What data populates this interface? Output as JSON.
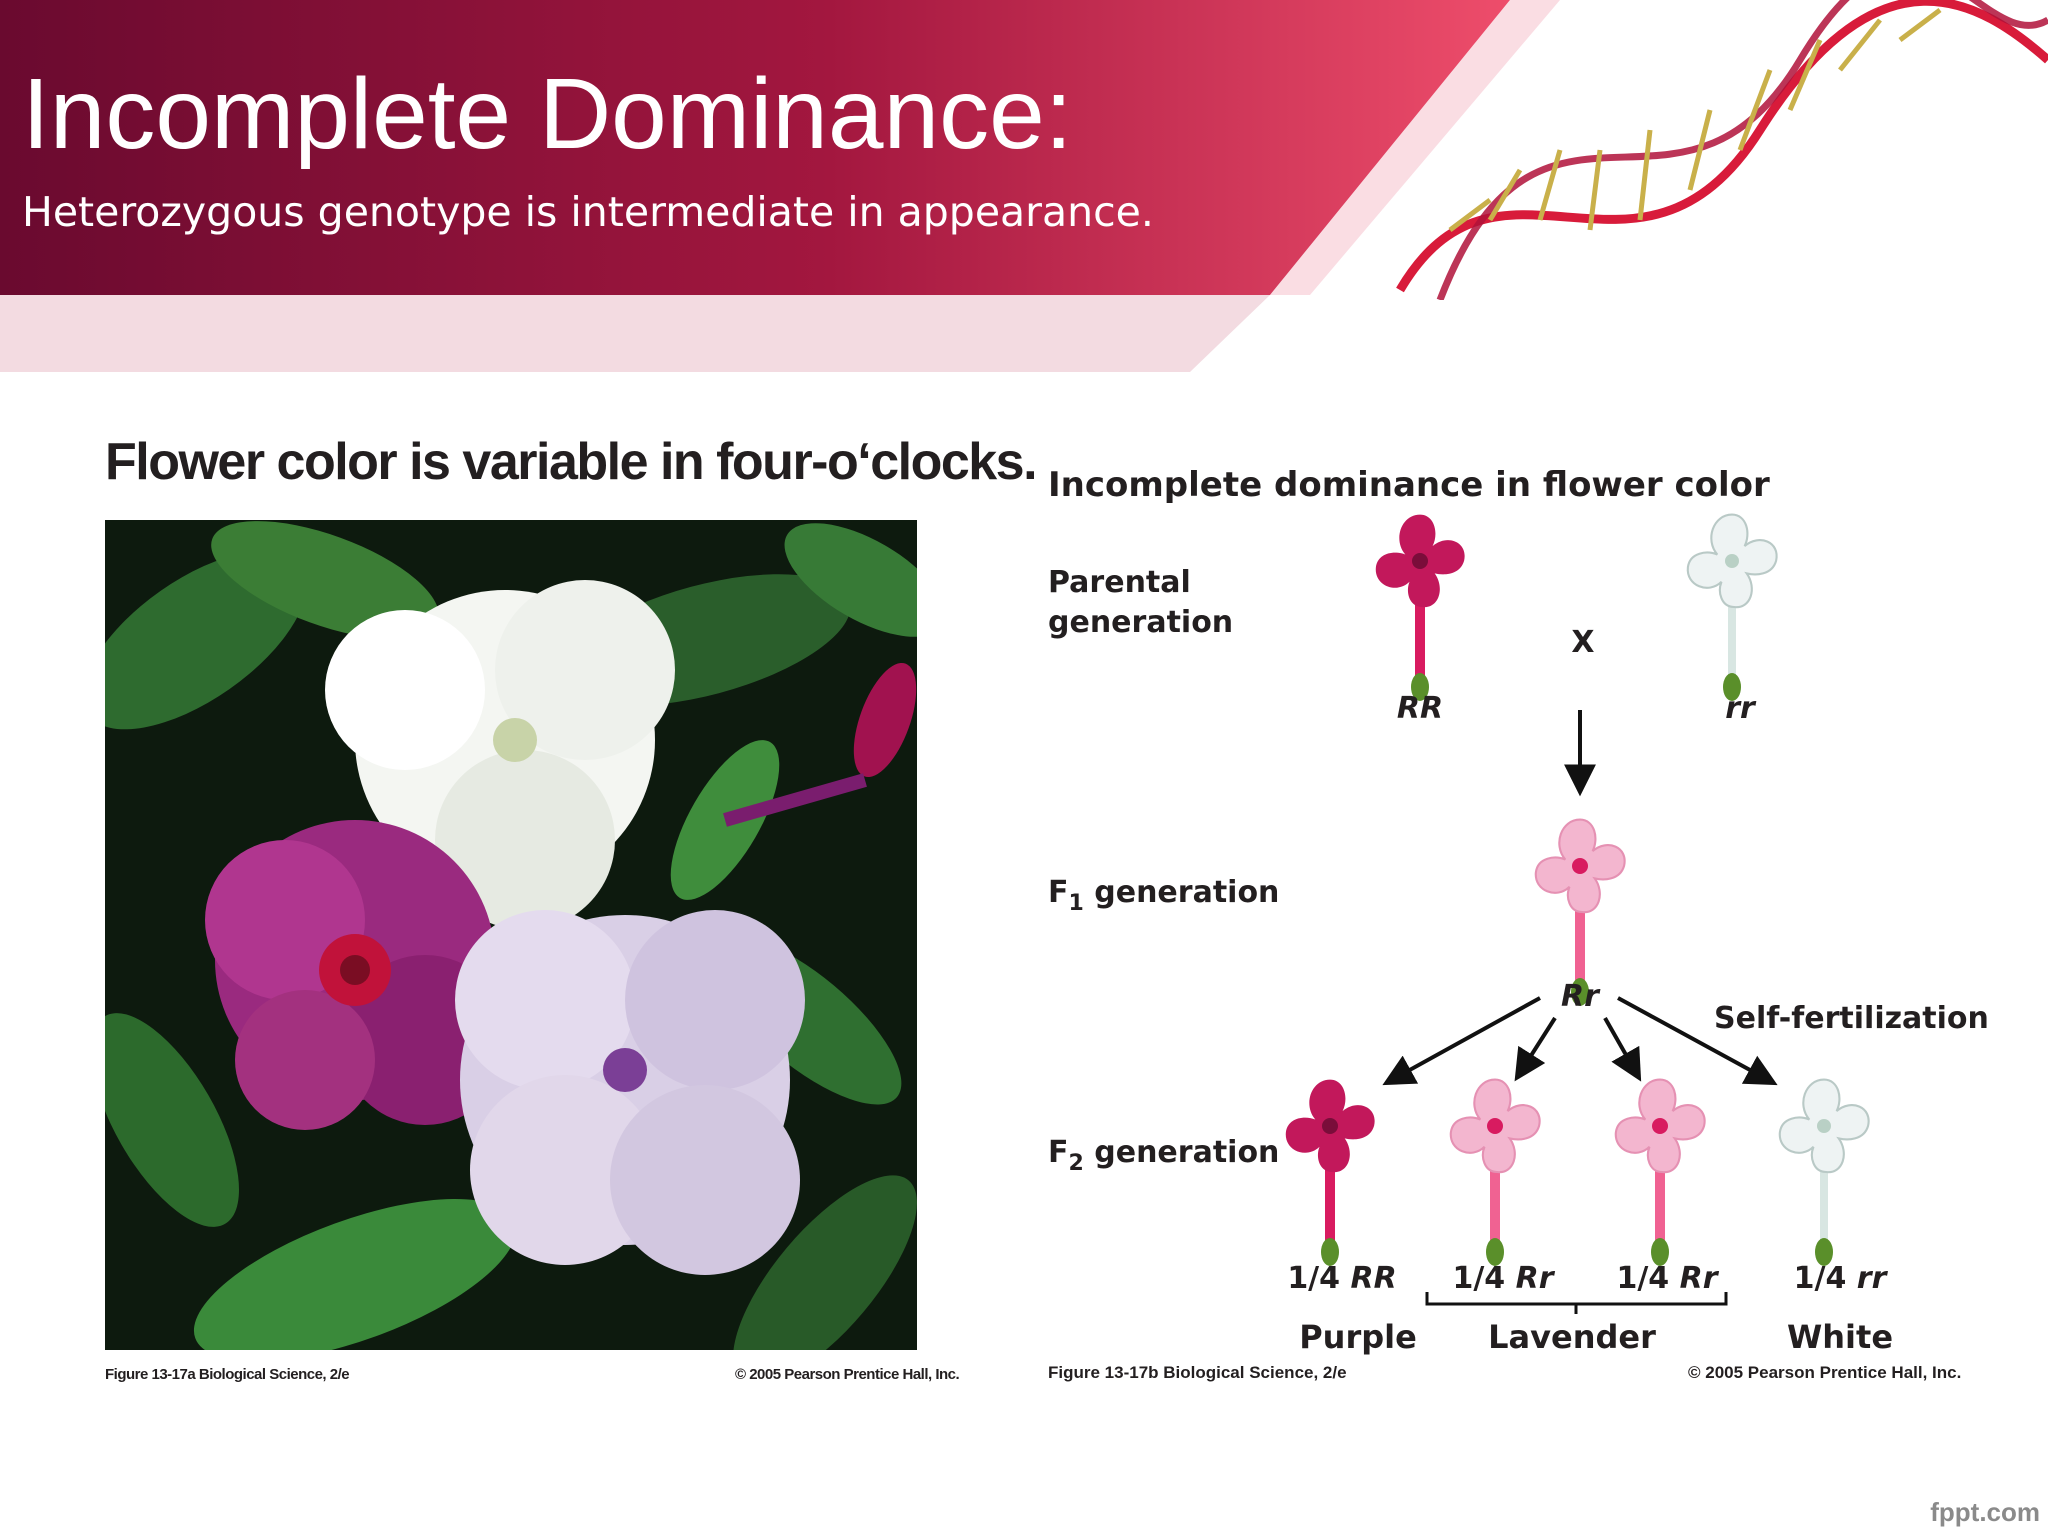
{
  "slide": {
    "title": "Incomplete Dominance:",
    "subtitle": "Heterozygous genotype is intermediate in appearance.",
    "footer_brand": "fppt.com"
  },
  "photo_figure": {
    "title": "Flower color is variable in four-o‘clocks.",
    "caption_left": "Figure 13-17a  Biological Science, 2/e",
    "caption_right": "© 2005 Pearson Prentice Hall, Inc."
  },
  "diagram": {
    "title": "Incomplete dominance in flower color",
    "parental_label_line1": "Parental",
    "parental_label_line2": "generation",
    "cross_symbol": "X",
    "parent1_genotype": "RR",
    "parent2_genotype": "rr",
    "f1_label_prefix": "F",
    "f1_label_sub": "1",
    "f1_label_suffix": " generation",
    "f1_genotype": "Rr",
    "self_fertilization": "Self-fertilization",
    "f2_label_prefix": "F",
    "f2_label_sub": "2",
    "f2_label_suffix": " generation",
    "f2": [
      {
        "fraction": "1/4 ",
        "genotype": "RR"
      },
      {
        "fraction": "1/4 ",
        "genotype": "Rr"
      },
      {
        "fraction": "1/4 ",
        "genotype": "Rr"
      },
      {
        "fraction": "1/4 ",
        "genotype": "rr"
      }
    ],
    "phenotypes": [
      "Purple",
      "Lavender",
      "White"
    ],
    "caption_left": "Figure 13-17b  Biological Science, 2/e",
    "caption_right": "© 2005 Pearson Prentice Hall, Inc.",
    "colors": {
      "purple": "#c2185b",
      "lavender": "#f3b6cf",
      "white": "#eef3f3",
      "stem": "#d81b60",
      "calyx": "#5a8f2a"
    }
  }
}
